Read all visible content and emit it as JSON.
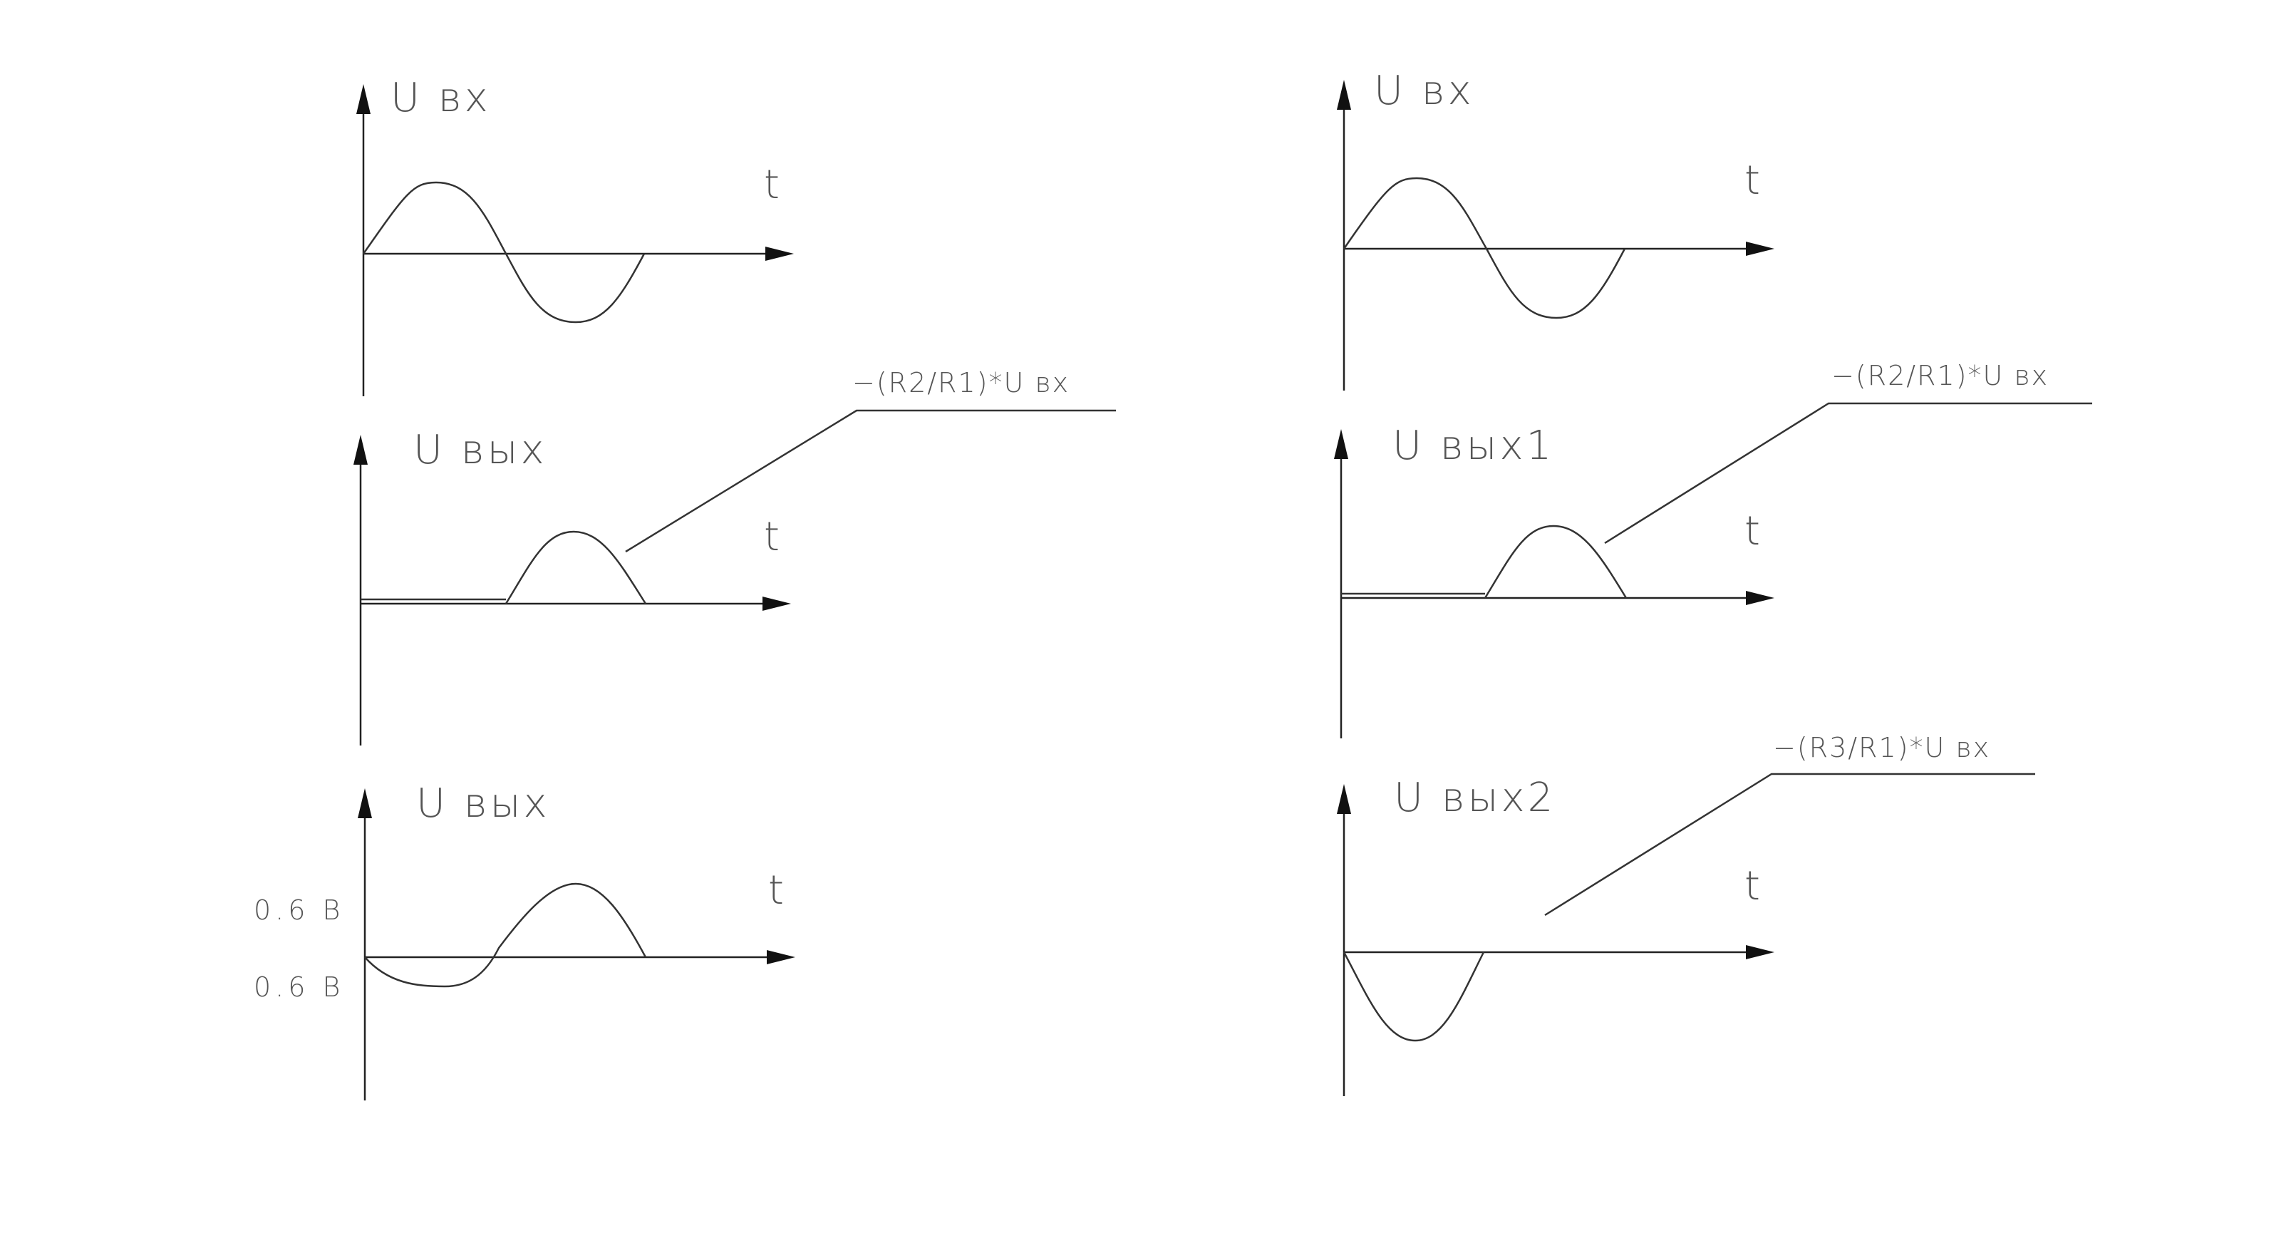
{
  "left": {
    "panel1": {
      "y_label": "U вх",
      "x_label": "t"
    },
    "panel2": {
      "y_label": "U вых",
      "x_label": "t",
      "annotation": "−(R2/R1)*U вх"
    },
    "panel3": {
      "y_label": "U вых",
      "x_label": "t",
      "level_upper": "0.6  В",
      "level_lower": "0.6  В"
    }
  },
  "right": {
    "panel1": {
      "y_label": "U вх",
      "x_label": "t"
    },
    "panel2": {
      "y_label": "U вых1",
      "x_label": "t",
      "annotation": "−(R2/R1)*U вх"
    },
    "panel3": {
      "y_label": "U вых2",
      "x_label": "t",
      "annotation": "−(R3/R1)*U вх"
    }
  }
}
